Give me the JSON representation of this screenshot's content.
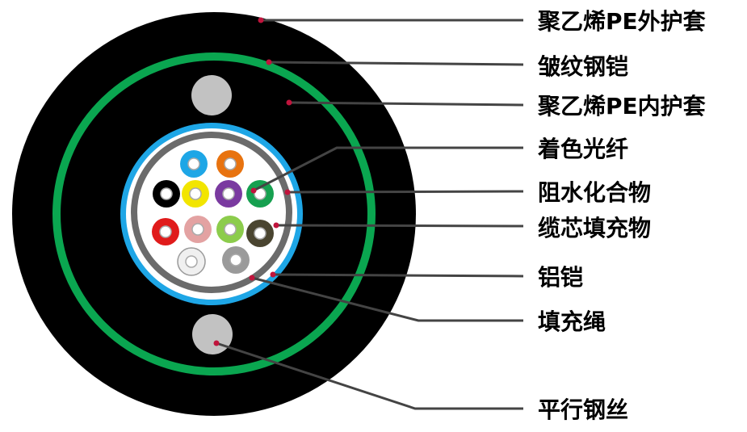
{
  "labels": {
    "outer_sheath": "聚乙烯PE外护套",
    "corrugated_steel": "皱纹钢铠",
    "inner_sheath": "聚乙烯PE内护套",
    "colored_fiber": "着色光纤",
    "water_blocking": "阻水化合物",
    "core_filler": "缆芯填充物",
    "aluminum_armor": "铝铠",
    "filler_rope": "填充绳",
    "parallel_steel_wire": "平行钢丝"
  },
  "colors": {
    "outer_sheath": "#000000",
    "steel_armor": "#0aa650",
    "aluminum_armor": "#1ea6e6",
    "tube_wall": "#6b6b6b",
    "steel_wire": "#c2c2c2",
    "leader_line": "#444444",
    "pin": "#c0143c"
  },
  "fibers": [
    {
      "color": "#1ea6e6"
    },
    {
      "color": "#e8730f"
    },
    {
      "color": "#000000"
    },
    {
      "color": "#f2e500"
    },
    {
      "color": "#7a3aa0"
    },
    {
      "color": "#16a050"
    },
    {
      "color": "#e01b1b"
    },
    {
      "color": "#e3a2a2"
    },
    {
      "color": "#8ccc4c"
    },
    {
      "color": "#4a4530"
    },
    {
      "color": "#f0f0f0"
    },
    {
      "color": "#9a9a9a"
    }
  ]
}
